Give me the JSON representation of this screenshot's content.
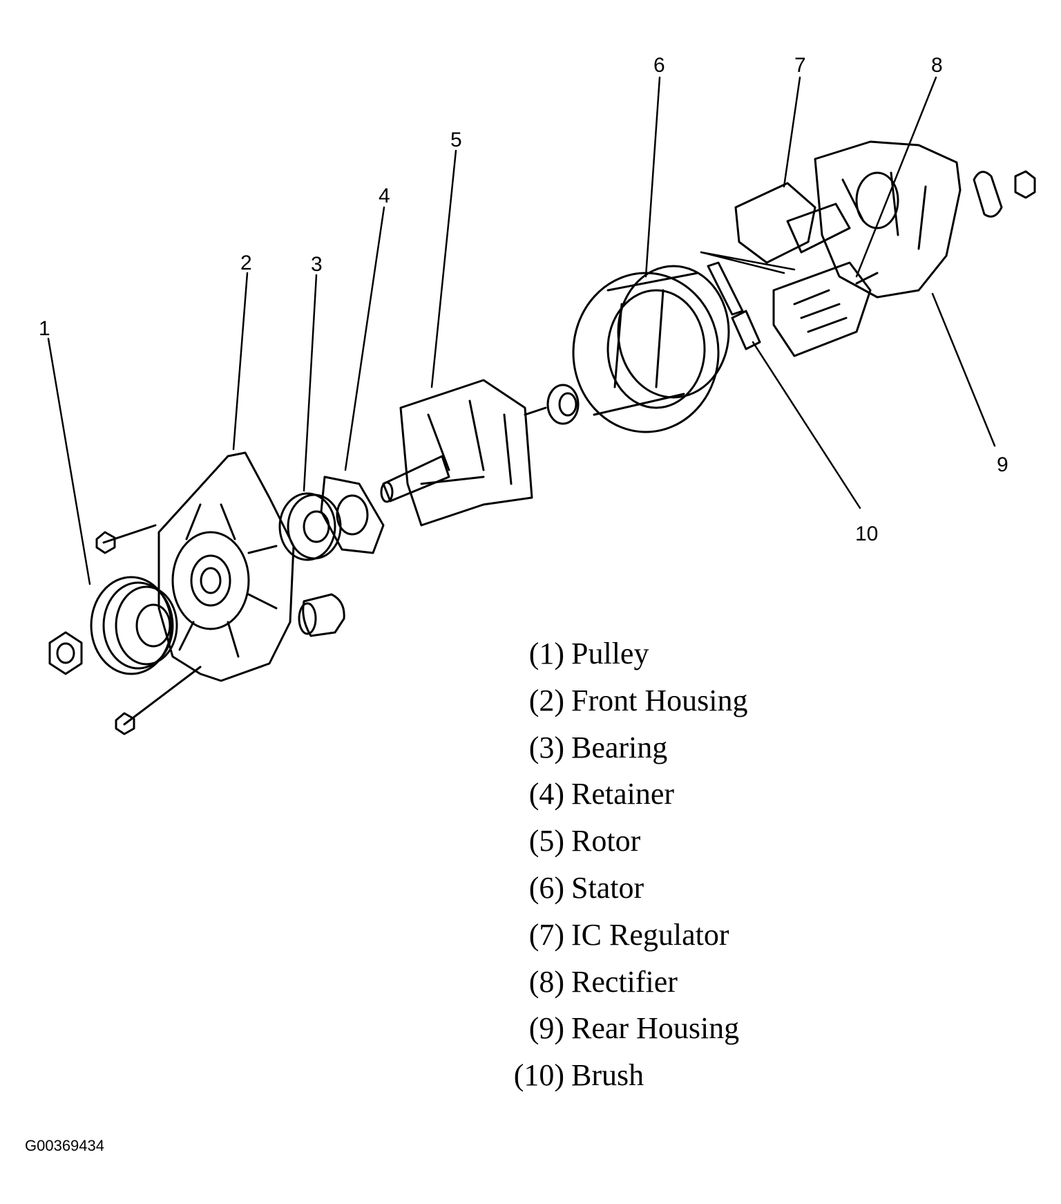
{
  "diagram": {
    "callouts": [
      {
        "id": "1",
        "text": "1"
      },
      {
        "id": "2",
        "text": "2"
      },
      {
        "id": "3",
        "text": "3"
      },
      {
        "id": "4",
        "text": "4"
      },
      {
        "id": "5",
        "text": "5"
      },
      {
        "id": "6",
        "text": "6"
      },
      {
        "id": "7",
        "text": "7"
      },
      {
        "id": "8",
        "text": "8"
      },
      {
        "id": "9",
        "text": "9"
      },
      {
        "id": "10",
        "text": "10"
      }
    ],
    "parts": [
      {
        "number": "(1)",
        "label": "Pulley"
      },
      {
        "number": "(2)",
        "label": "Front Housing"
      },
      {
        "number": "(3)",
        "label": "Bearing"
      },
      {
        "number": "(4)",
        "label": "Retainer"
      },
      {
        "number": "(5)",
        "label": "Rotor"
      },
      {
        "number": "(6)",
        "label": "Stator"
      },
      {
        "number": "(7)",
        "label": "IC Regulator"
      },
      {
        "number": "(8)",
        "label": "Rectifier"
      },
      {
        "number": "(9)",
        "label": "Rear Housing"
      },
      {
        "number": "(10)",
        "label": "Brush"
      }
    ],
    "figure_id": "G00369434"
  }
}
